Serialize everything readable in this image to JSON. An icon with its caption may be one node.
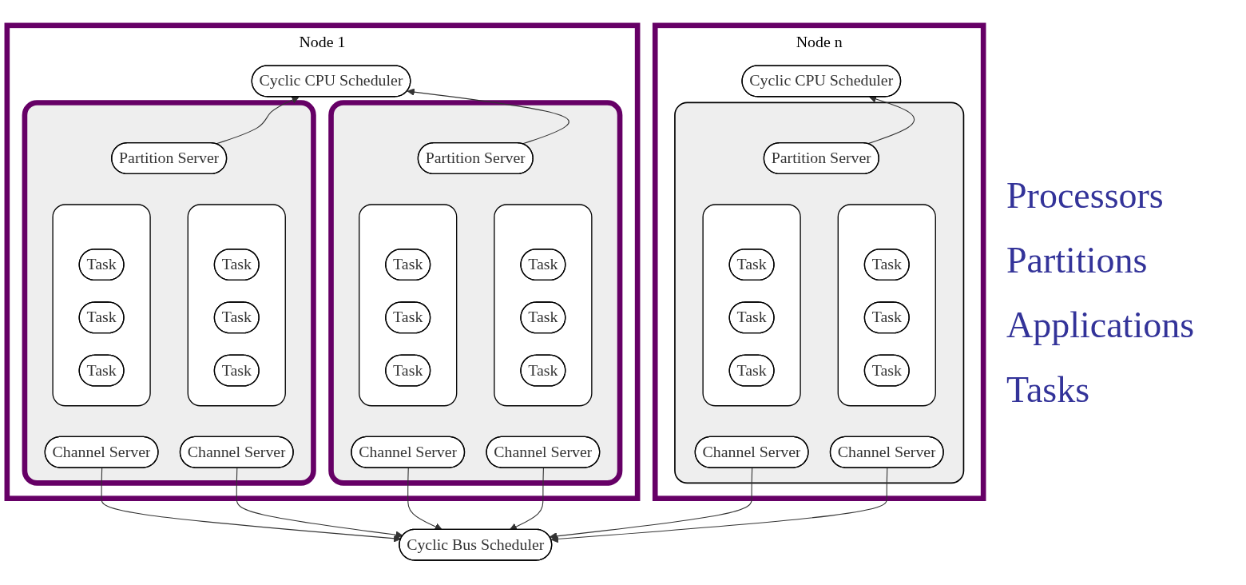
{
  "diagram": {
    "nodes": [
      {
        "text": [
          "Node 1"
        ]
      },
      {
        "text": [
          "Cyclic CPU Scheduler"
        ],
        "in": 0
      },
      {
        "text": [],
        "shape": "box",
        "in": 0
      },
      {
        "text": [
          "Partition Server"
        ],
        "in": 2
      },
      {
        "text": [],
        "shape": "box",
        "in": 2
      },
      {
        "text": [
          "Task"
        ],
        "in": 4
      },
      {
        "text": [
          "Task"
        ],
        "in": 4
      },
      {
        "text": [
          "Task"
        ],
        "in": 4
      },
      {
        "text": [],
        "shape": "box",
        "in": 2
      },
      {
        "text": [
          "Task"
        ],
        "in": 8
      },
      {
        "text": [
          "Task"
        ],
        "in": 8
      },
      {
        "text": [
          "Task"
        ],
        "in": 8
      },
      {
        "text": [
          "Channel Server"
        ],
        "in": 2
      },
      {
        "text": [
          "Channel Server"
        ],
        "in": 2
      },
      {
        "text": [],
        "shape": "box",
        "in": 0
      },
      {
        "text": [
          "Partition Server"
        ],
        "in": 14
      },
      {
        "text": [],
        "shape": "box",
        "in": 14
      },
      {
        "text": [
          "Task"
        ],
        "in": 16
      },
      {
        "text": [
          "Task"
        ],
        "in": 16
      },
      {
        "text": [
          "Task"
        ],
        "in": 16
      },
      {
        "text": [],
        "shape": "box",
        "in": 14
      },
      {
        "text": [
          "Task"
        ],
        "in": 20
      },
      {
        "text": [
          "Task"
        ],
        "in": 20
      },
      {
        "text": [
          "Task"
        ],
        "in": 20
      },
      {
        "text": [
          "Channel Server"
        ],
        "in": 14
      },
      {
        "text": [
          "Channel Server"
        ],
        "in": 14
      },
      {
        "text": [
          "Node n"
        ]
      },
      {
        "text": [
          "Cyclic CPU Scheduler"
        ],
        "in": 26
      },
      {
        "text": [],
        "shape": "box",
        "in": 26
      },
      {
        "text": [
          "Partition Server"
        ],
        "in": 28
      },
      {
        "text": [],
        "shape": "box",
        "in": 28
      },
      {
        "text": [
          "Task"
        ],
        "in": 30
      },
      {
        "text": [
          "Task"
        ],
        "in": 30
      },
      {
        "text": [
          "Task"
        ],
        "in": 30
      },
      {
        "text": [],
        "shape": "box",
        "in": 28
      },
      {
        "text": [
          "Task"
        ],
        "in": 34
      },
      {
        "text": [
          "Task"
        ],
        "in": 34
      },
      {
        "text": [
          "Task"
        ],
        "in": 34
      },
      {
        "text": [
          "Channel Server"
        ],
        "in": 28
      },
      {
        "text": [
          "Channel Server"
        ],
        "in": 28
      },
      {
        "text": [
          "Cyclic Bus Scheduler"
        ]
      }
    ],
    "edges": [
      {
        "from": 3,
        "to": 1,
        "arrow": "to"
      },
      {
        "from": 15,
        "to": 1,
        "arrow": "to"
      },
      {
        "from": 29,
        "to": 27,
        "arrow": "to"
      },
      {
        "from": 12,
        "to": 40,
        "arrow": "to"
      },
      {
        "from": 13,
        "to": 40,
        "arrow": "to"
      },
      {
        "from": 24,
        "to": 40,
        "arrow": "to"
      },
      {
        "from": 25,
        "to": 40,
        "arrow": "to"
      },
      {
        "from": 38,
        "to": 40,
        "arrow": "to"
      },
      {
        "from": 39,
        "to": 40,
        "arrow": "to"
      }
    ],
    "labels": [
      "Processors",
      "Partitions",
      "Applications",
      "Tasks"
    ]
  }
}
